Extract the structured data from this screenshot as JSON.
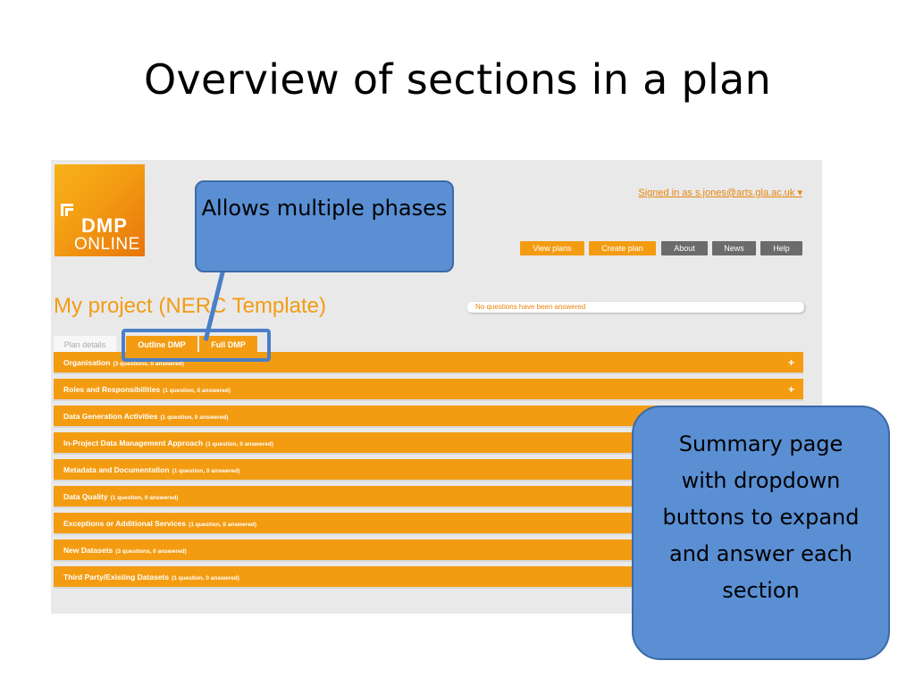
{
  "slide": {
    "title": "Overview of sections in a plan"
  },
  "app": {
    "logo": {
      "line1": "DMP",
      "line2": "ONLINE"
    },
    "signed_in": "Signed in as s.jones@arts.gla.ac.uk ▾",
    "nav": [
      {
        "label": "View plans"
      },
      {
        "label": "Create plan"
      },
      {
        "label": "About"
      },
      {
        "label": "News"
      },
      {
        "label": "Help"
      }
    ],
    "project_title": "My project (NERC Template)",
    "status": "No questions have been answered",
    "tabs": [
      {
        "label": "Plan details"
      },
      {
        "label": "Outline DMP"
      },
      {
        "label": "Full DMP"
      }
    ],
    "sections": [
      {
        "name": "Organisation",
        "meta": "(3 questions, 0 answered)",
        "expand": "+"
      },
      {
        "name": "Roles and Responsibilities",
        "meta": "(1 question, 0 answered)",
        "expand": "+"
      },
      {
        "name": "Data Generation Activities",
        "meta": "(1 question, 0 answered)"
      },
      {
        "name": "In-Project Data Management Approach",
        "meta": "(1 question, 0 answered)"
      },
      {
        "name": "Metadata and Documentation",
        "meta": "(1 question, 0 answered)"
      },
      {
        "name": "Data Quality",
        "meta": "(1 question, 0 answered)"
      },
      {
        "name": "Exceptions or Additional Services",
        "meta": "(1 question, 0 answered)"
      },
      {
        "name": "New Datasets",
        "meta": "(3 questions, 0 answered)"
      },
      {
        "name": "Third Party/Existing Datasets",
        "meta": "(1 question, 0 answered)"
      }
    ]
  },
  "callouts": {
    "phases": "Allows multiple phases",
    "summary": "Summary page with dropdown buttons to expand and answer each section"
  },
  "colors": {
    "accent": "#f39c12",
    "callout": "#5a8fd4",
    "nav_gray": "#6b6b6b"
  }
}
